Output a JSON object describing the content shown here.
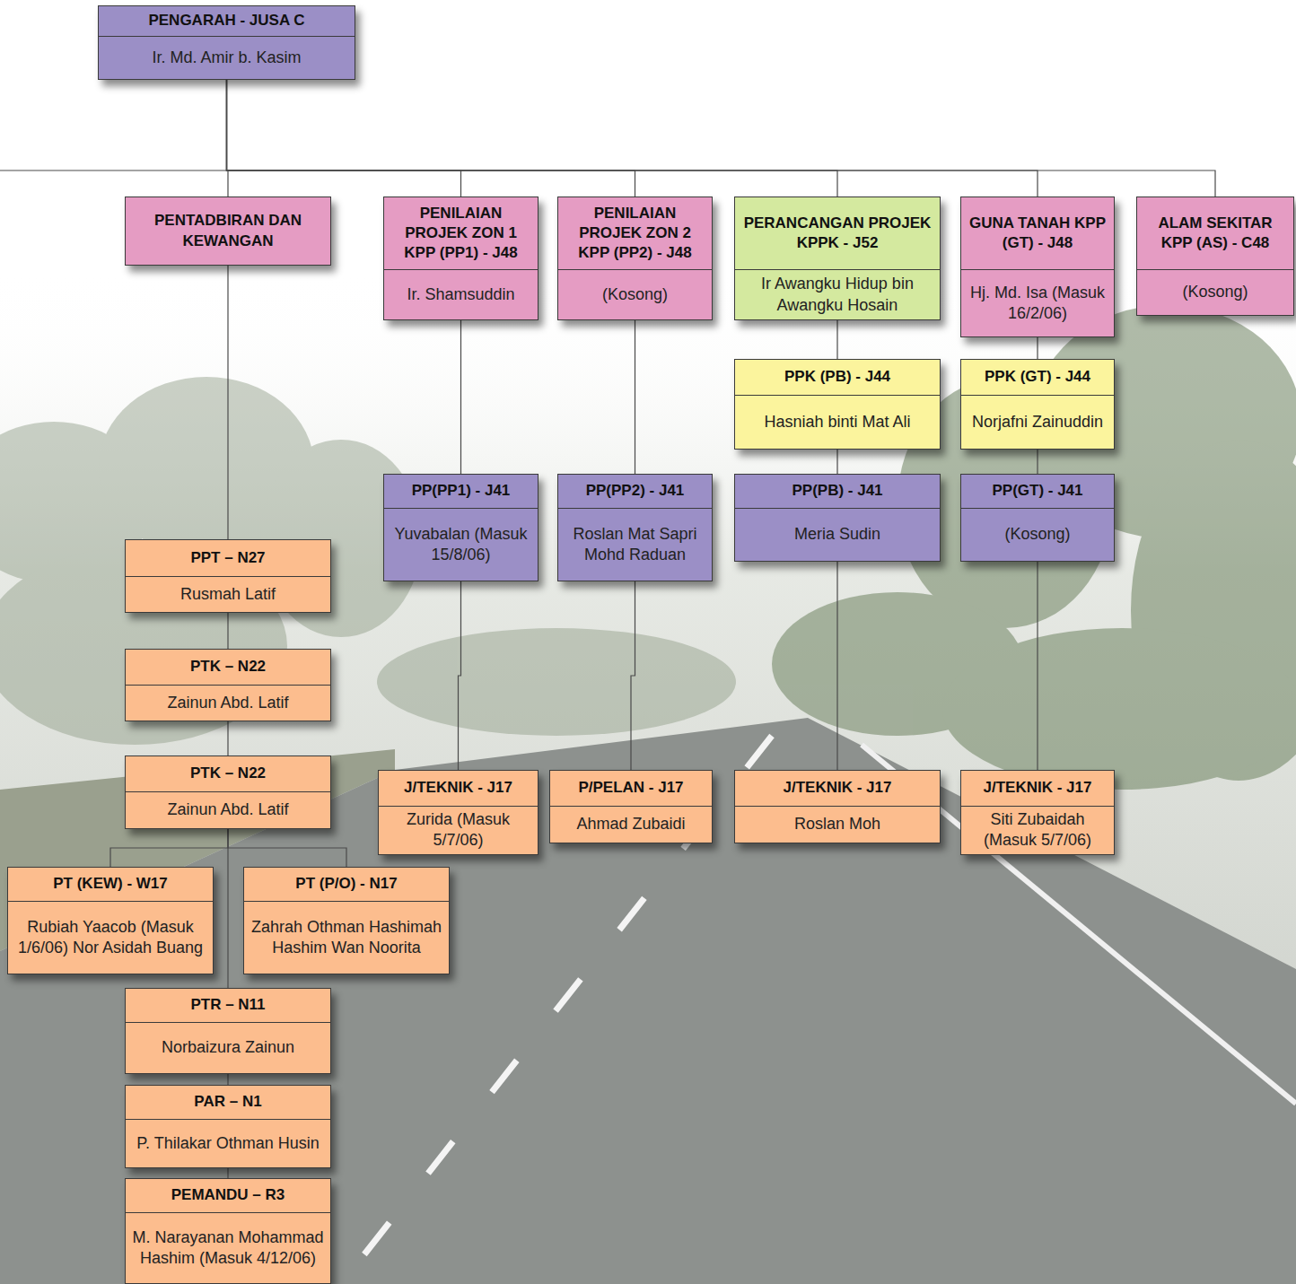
{
  "diagram": {
    "nodes": [
      {
        "text": [
          "PENGARAH - JUSA C",
          "Ir. Md. Amir b. Kasim"
        ]
      },
      {
        "text": [
          "PENTADBIRAN DAN KEWANGAN"
        ]
      },
      {
        "text": [
          "PENILAIAN PROJEK ZON 1 KPP (PP1) - J48",
          "Ir. Shamsuddin"
        ]
      },
      {
        "text": [
          "PENILAIAN PROJEK ZON 2 KPP (PP2) - J48",
          "(Kosong)"
        ]
      },
      {
        "text": [
          "PERANCANGAN PROJEK KPPK - J52",
          "Ir Awangku Hidup bin Awangku Hosain"
        ]
      },
      {
        "text": [
          "GUNA TANAH KPP (GT) - J48",
          "Hj. Md. Isa (Masuk 16/2/06)"
        ]
      },
      {
        "text": [
          "ALAM SEKITAR KPP (AS) - C48",
          "(Kosong)"
        ]
      },
      {
        "text": [
          "PPK (PB) - J44",
          "Hasniah binti Mat Ali"
        ]
      },
      {
        "text": [
          "PPK (GT) - J44",
          "Norjafni Zainuddin"
        ]
      },
      {
        "text": [
          "PP(PP1) - J41",
          "Yuvabalan (Masuk 15/8/06)"
        ]
      },
      {
        "text": [
          "PP(PP2) - J41",
          "Roslan Mat Sapri Mohd Raduan"
        ]
      },
      {
        "text": [
          "PP(PB) - J41",
          "Meria Sudin"
        ]
      },
      {
        "text": [
          "PP(GT) - J41",
          "(Kosong)"
        ]
      },
      {
        "text": [
          "PPT – N27",
          "Rusmah Latif"
        ]
      },
      {
        "text": [
          "PTK – N22",
          "Zainun Abd. Latif"
        ]
      },
      {
        "text": [
          "PTK – N22",
          "Zainun Abd. Latif"
        ]
      },
      {
        "text": [
          "J/TEKNIK - J17",
          "Zurida (Masuk 5/7/06)"
        ]
      },
      {
        "text": [
          "P/PELAN - J17",
          "Ahmad Zubaidi"
        ]
      },
      {
        "text": [
          "J/TEKNIK - J17",
          "Roslan Moh"
        ]
      },
      {
        "text": [
          "J/TEKNIK - J17",
          "Siti Zubaidah (Masuk 5/7/06)"
        ]
      },
      {
        "text": [
          "PT (KEW) - W17",
          "Rubiah Yaacob (Masuk 1/6/06) Nor Asidah Buang"
        ]
      },
      {
        "text": [
          "PT (P/O) - N17",
          "Zahrah Othman Hashimah Hashim Wan Noorita"
        ]
      },
      {
        "text": [
          "PTR – N11",
          "Norbaizura Zainun"
        ]
      },
      {
        "text": [
          "PAR – N1",
          "P. Thilakar Othman Husin"
        ]
      },
      {
        "text": [
          "PEMANDU – R3",
          "M. Narayanan Mohammad Hashim (Masuk 4/12/06)"
        ]
      }
    ],
    "edges": [
      {
        "from": 0,
        "to": 1,
        "arrow": "none"
      },
      {
        "from": 0,
        "to": 2,
        "arrow": "none"
      },
      {
        "from": 0,
        "to": 3,
        "arrow": "none"
      },
      {
        "from": 0,
        "to": 4,
        "arrow": "none"
      },
      {
        "from": 0,
        "to": 5,
        "arrow": "none"
      },
      {
        "from": 0,
        "to": 6,
        "arrow": "none"
      },
      {
        "from": 1,
        "to": 13,
        "arrow": "none"
      },
      {
        "from": 13,
        "to": 14,
        "arrow": "none"
      },
      {
        "from": 14,
        "to": 15,
        "arrow": "none"
      },
      {
        "from": 15,
        "to": 20,
        "arrow": "none"
      },
      {
        "from": 15,
        "to": 21,
        "arrow": "none"
      },
      {
        "from": 15,
        "to": 22,
        "arrow": "none"
      },
      {
        "from": 22,
        "to": 23,
        "arrow": "none"
      },
      {
        "from": 23,
        "to": 24,
        "arrow": "none"
      },
      {
        "from": 2,
        "to": 9,
        "arrow": "none"
      },
      {
        "from": 9,
        "to": 16,
        "arrow": "none"
      },
      {
        "from": 3,
        "to": 10,
        "arrow": "none"
      },
      {
        "from": 10,
        "to": 17,
        "arrow": "none"
      },
      {
        "from": 4,
        "to": 7,
        "arrow": "none"
      },
      {
        "from": 7,
        "to": 11,
        "arrow": "none"
      },
      {
        "from": 11,
        "to": 18,
        "arrow": "none"
      },
      {
        "from": 5,
        "to": 8,
        "arrow": "none"
      },
      {
        "from": 8,
        "to": 12,
        "arrow": "none"
      },
      {
        "from": 12,
        "to": 19,
        "arrow": "none"
      }
    ]
  }
}
